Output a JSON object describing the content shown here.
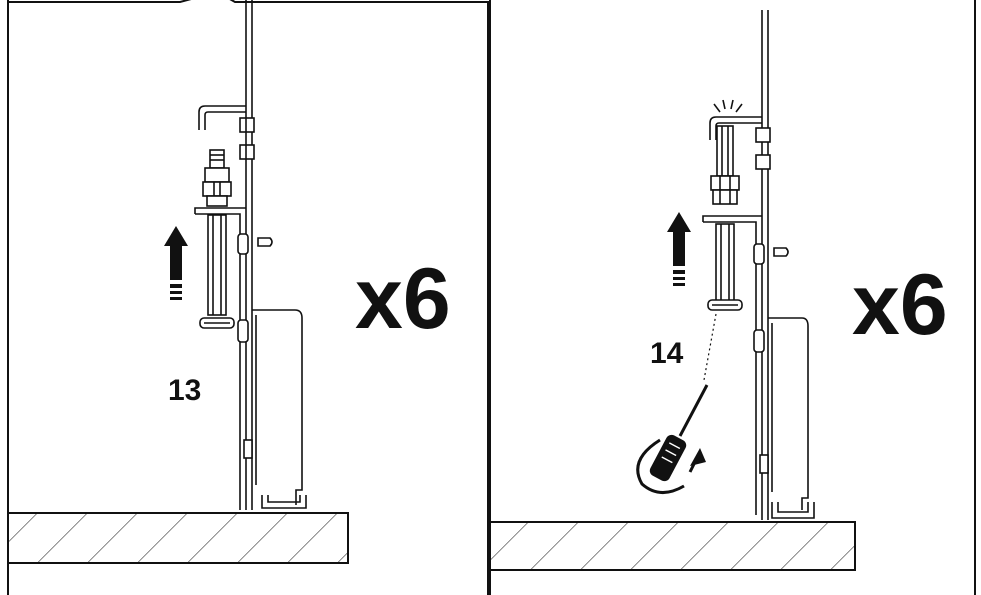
{
  "panels": [
    {
      "step": "13",
      "multiplier": "x6"
    },
    {
      "step": "14",
      "multiplier": "x6"
    }
  ],
  "colors": {
    "ink": "#111111",
    "paper": "#ffffff"
  }
}
